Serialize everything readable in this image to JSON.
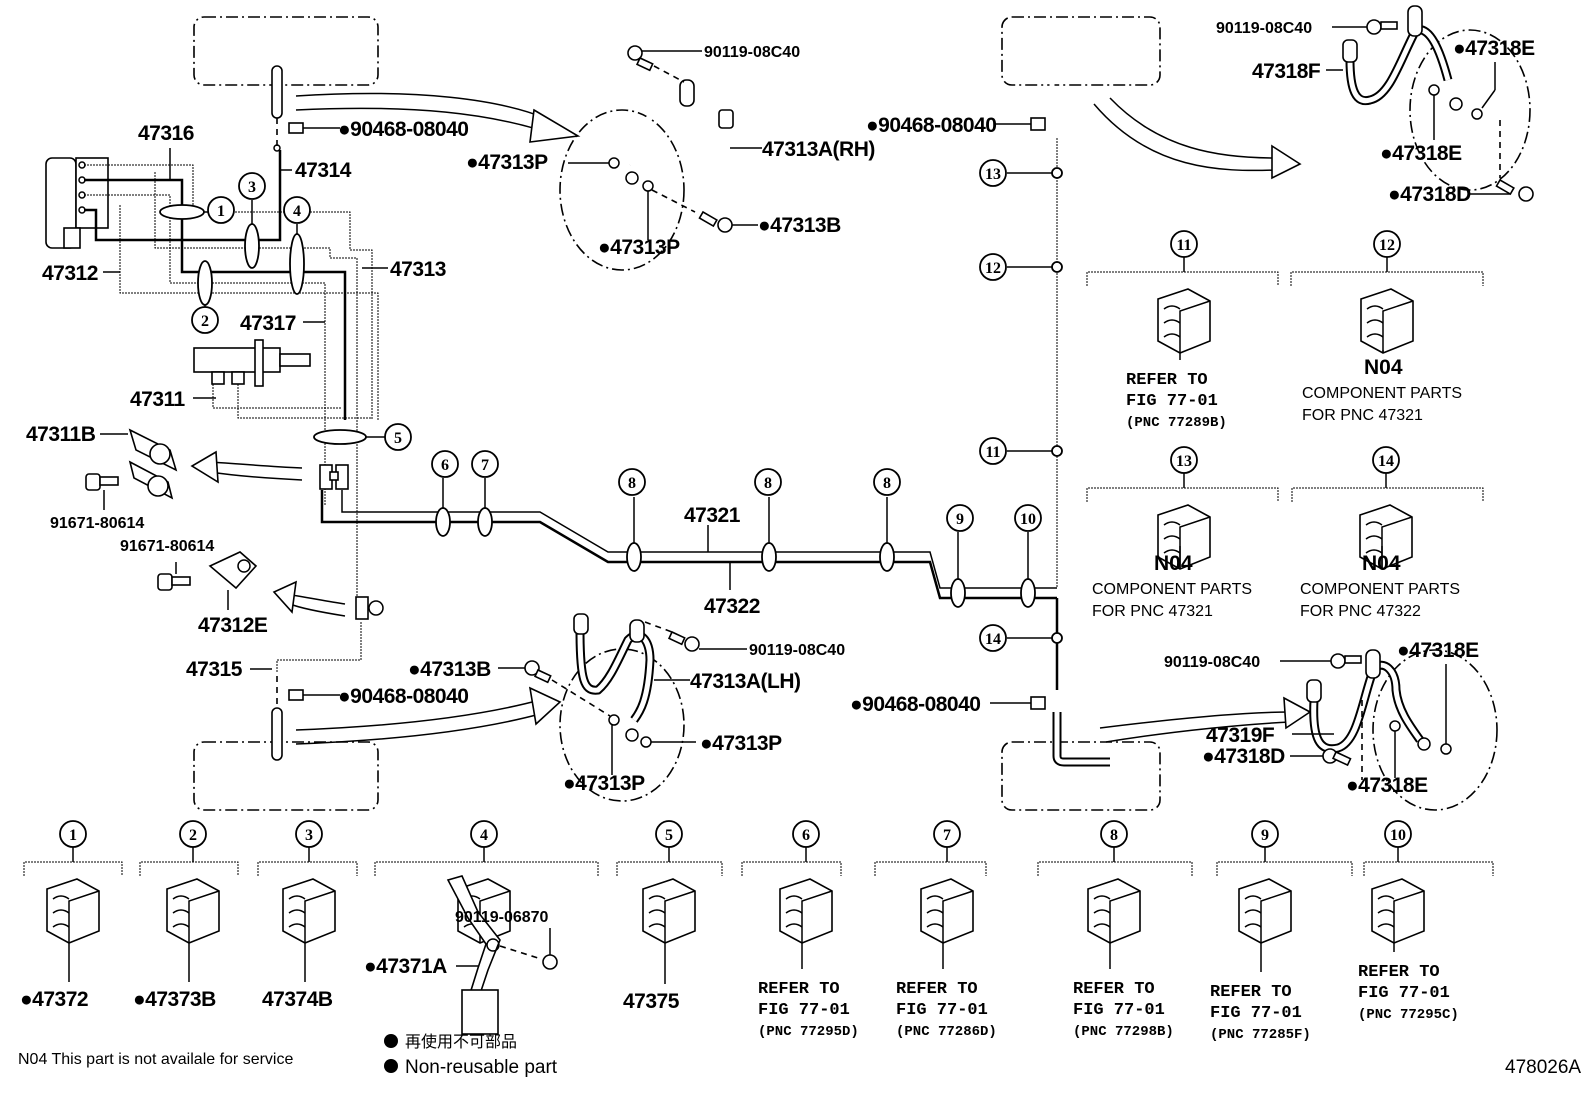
{
  "diagram": {
    "figure_id": "478026A",
    "legend": {
      "n04_note": "N04  This part is not availale for service",
      "nonreusable_jp": "再使用不可部品",
      "nonreusable_en": "Non-reusable part",
      "bullet": "●"
    },
    "labels": {
      "p47316": "47316",
      "p47314": "47314",
      "p47312": "47312",
      "p47313": "47313",
      "p47317": "47317",
      "p47311": "47311",
      "p47311B": "47311B",
      "p91671_a": "91671-80614",
      "p91671_b": "91671-80614",
      "p47312E": "47312E",
      "p47315": "47315",
      "p90468_tl": "●90468-08040",
      "p90468_bl": "●90468-08040",
      "p90468_tr": "●90468-08040",
      "p90468_br": "●90468-08040",
      "p47321": "47321",
      "p47322": "47322",
      "rh_bolt": "90119-08C40",
      "rh_hose": "47313A(RH)",
      "rh_gasket_a": "●47313P",
      "rh_gasket_b": "●47313P",
      "rh_union": "●47313B",
      "lh_bolt": "90119-08C40",
      "lh_hose": "47313A(LH)",
      "lh_union": "●47313B",
      "lh_gasket_a": "●47313P",
      "lh_gasket_b": "●47313P",
      "rr_bolt": "90119-08C40",
      "rr_hose": "47318F",
      "rr_gasket_a": "●47318E",
      "rr_gasket_b": "●47318E",
      "rr_union": "●47318D",
      "rl_bolt": "90119-08C40",
      "rl_hose": "47319F",
      "rl_gasket_a": "●47318E",
      "rl_gasket_b": "●47318E",
      "rl_union": "●47318D"
    },
    "callouts_on_lines": [
      "1",
      "2",
      "3",
      "4",
      "5",
      "6",
      "7",
      "8",
      "8",
      "8",
      "9",
      "10",
      "11",
      "12",
      "13",
      "14"
    ],
    "clamp_details": [
      {
        "num": "1",
        "lines": [
          "●47372"
        ]
      },
      {
        "num": "2",
        "lines": [
          "●47373B"
        ]
      },
      {
        "num": "3",
        "lines": [
          "47374B"
        ]
      },
      {
        "num": "4",
        "lines": [
          "●47371A",
          "90119-06870"
        ]
      },
      {
        "num": "5",
        "lines": [
          "47375"
        ]
      },
      {
        "num": "6",
        "lines": [
          "REFER TO",
          "FIG 77-01",
          "(PNC 77295D)"
        ]
      },
      {
        "num": "7",
        "lines": [
          "REFER TO",
          "FIG 77-01",
          "(PNC 77286D)"
        ]
      },
      {
        "num": "8",
        "lines": [
          "REFER TO",
          "FIG 77-01",
          "(PNC 77298B)"
        ]
      },
      {
        "num": "9",
        "lines": [
          "REFER TO",
          "FIG 77-01",
          "(PNC 77285F)"
        ]
      },
      {
        "num": "10",
        "lines": [
          "REFER TO",
          "FIG 77-01",
          "(PNC 77295C)"
        ]
      },
      {
        "num": "11",
        "lines": [
          "REFER TO",
          "FIG 77-01",
          "(PNC 77289B)"
        ]
      },
      {
        "num": "12",
        "lines": [
          "N04",
          "COMPONENT PARTS",
          "FOR PNC 47321"
        ]
      },
      {
        "num": "13",
        "lines": [
          "N04",
          "COMPONENT PARTS",
          "FOR PNC 47321"
        ]
      },
      {
        "num": "14",
        "lines": [
          "N04",
          "COMPONENT PARTS",
          "FOR PNC 47322"
        ]
      }
    ]
  }
}
